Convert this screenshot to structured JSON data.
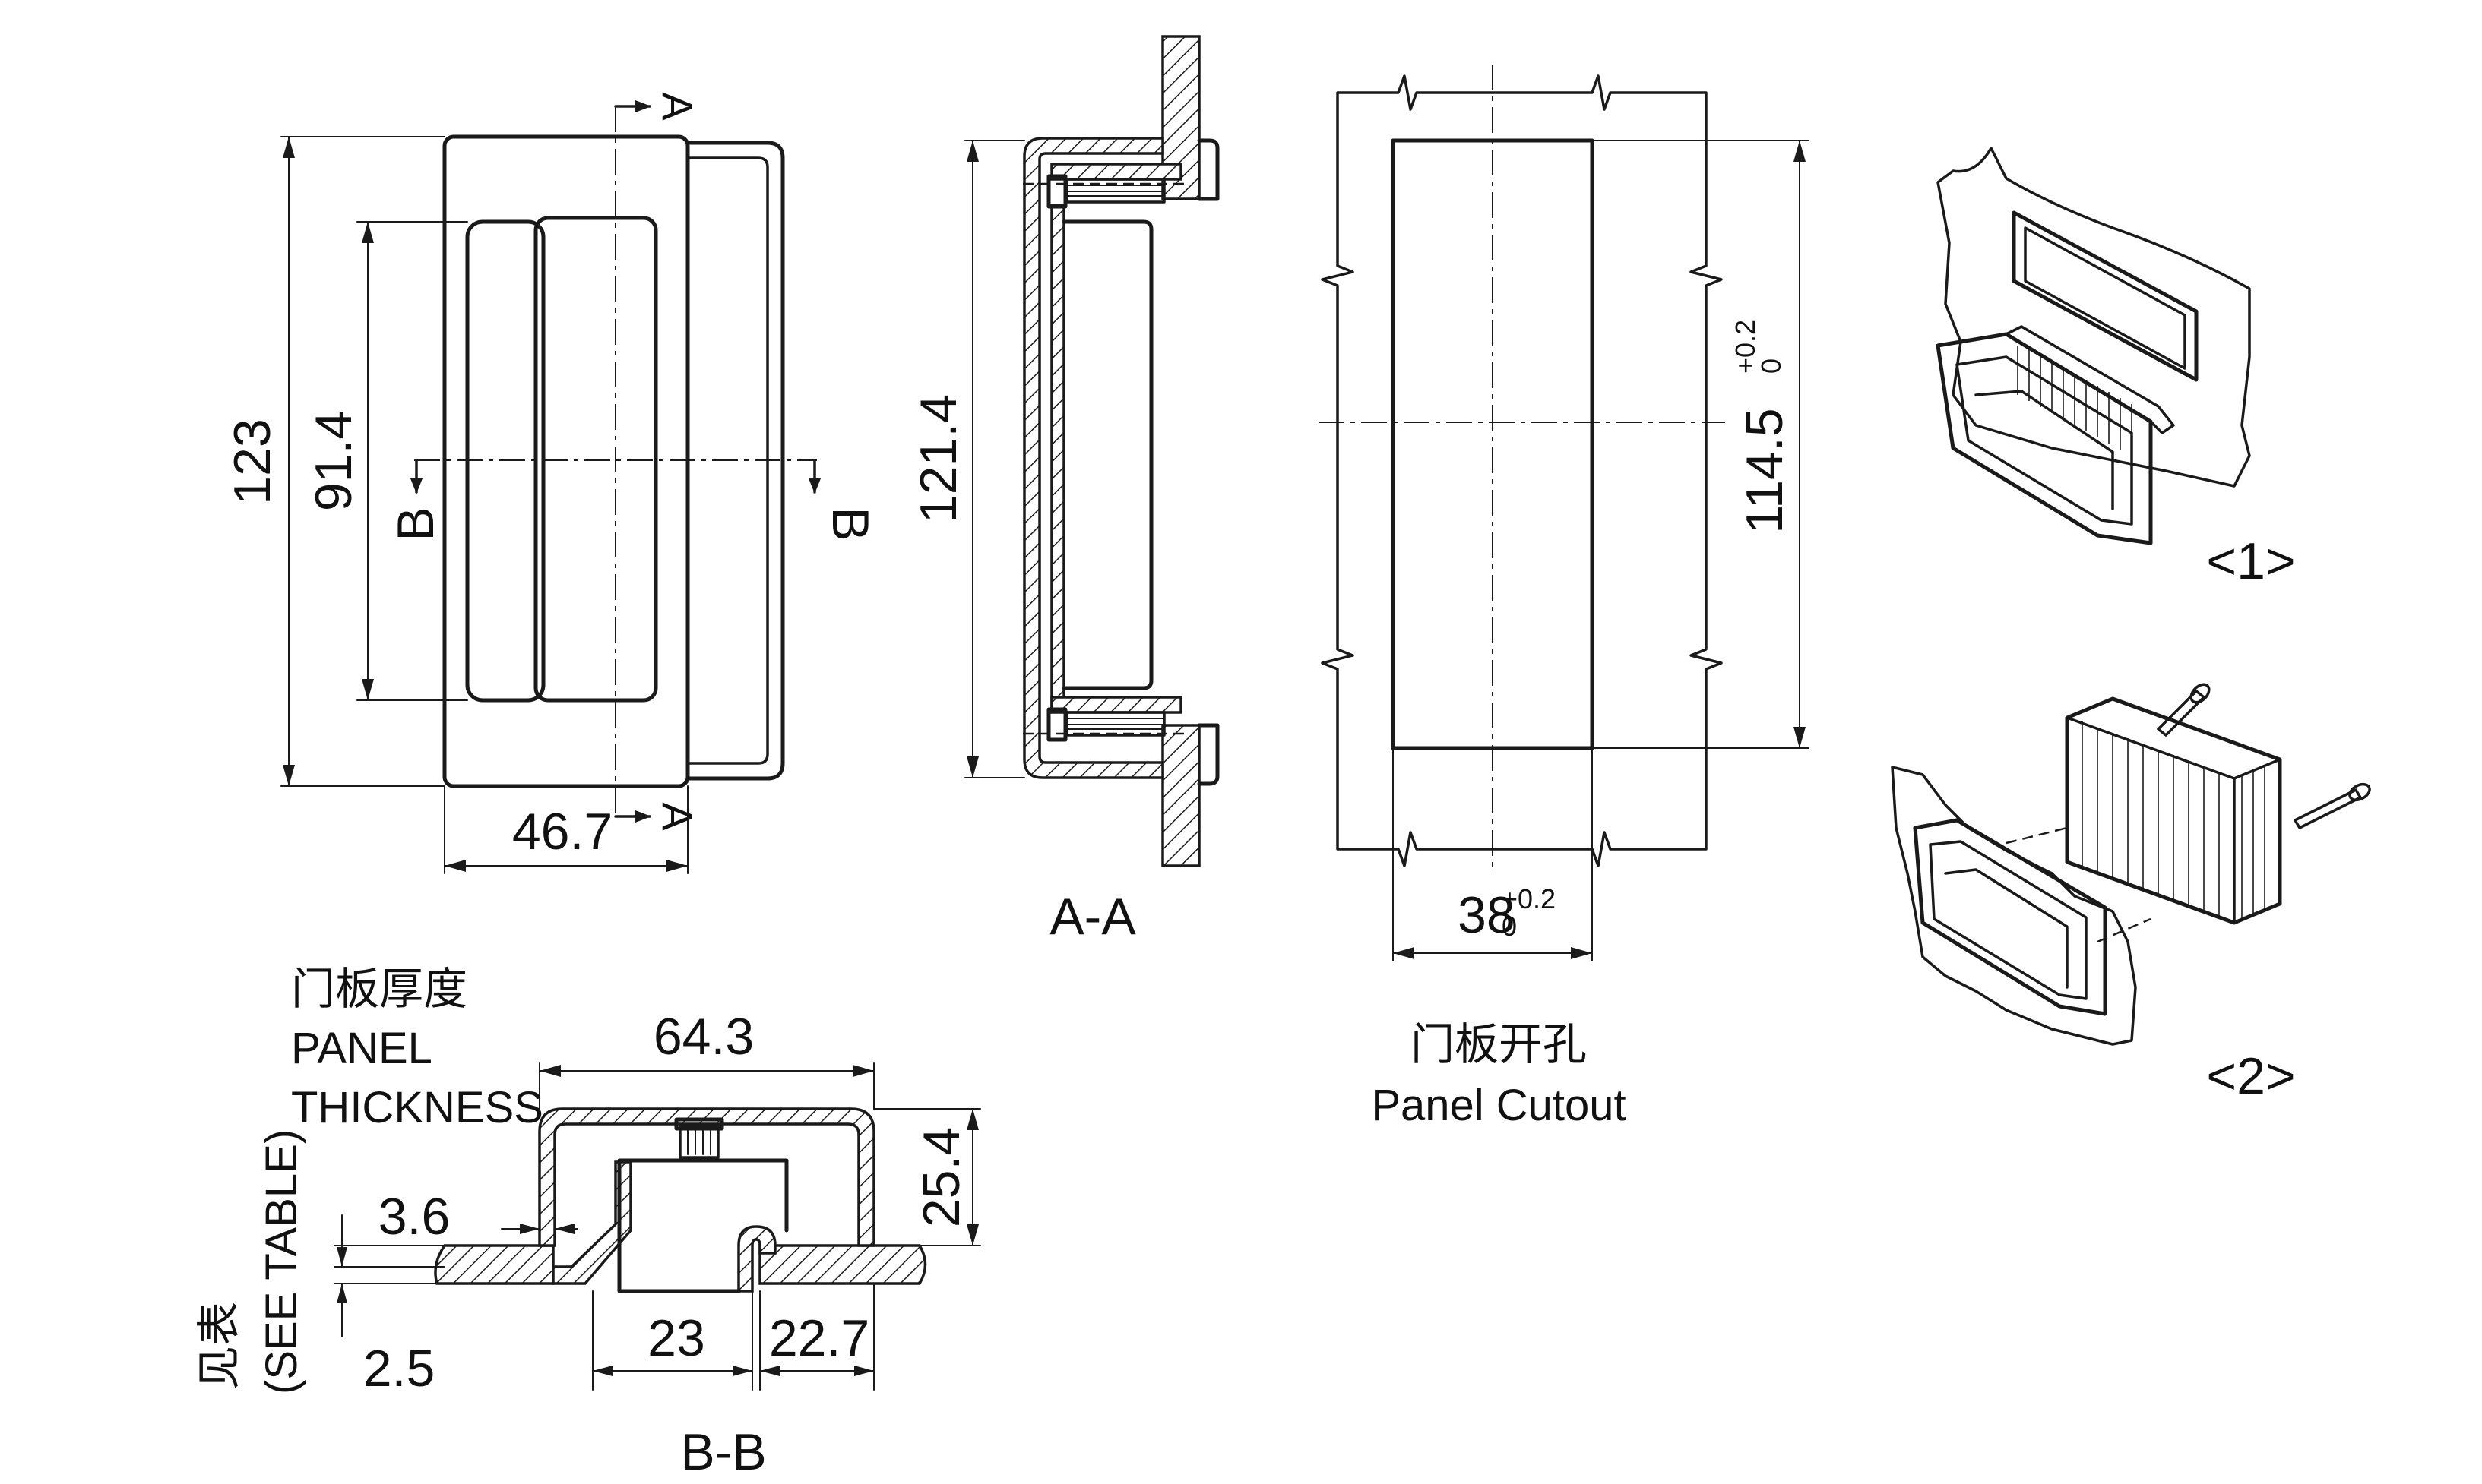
{
  "front_view": {
    "dims": {
      "height": "123",
      "inner_height": "91.4",
      "width": "46.7"
    },
    "section_marks": {
      "a": "A",
      "b": "B"
    }
  },
  "section_a": {
    "dims": {
      "height": "121.4"
    },
    "caption": "A-A"
  },
  "panel_cutout": {
    "dims": {
      "height": "114.5",
      "height_tol_upper": "+0.2",
      "height_tol_lower": "0",
      "width": "38",
      "width_tol_upper": "+0.2",
      "width_tol_lower": "0"
    },
    "caption_cn": "门板开孔",
    "caption_en": "Panel Cutout"
  },
  "section_b": {
    "caption": "B-B",
    "thickness_label_cn": "门板厚度",
    "thickness_label_en_1": "PANEL",
    "thickness_label_en_2": "THICKNESS",
    "see_table_cn": "见表",
    "see_table_en": "(SEE TABLE)",
    "dims": {
      "overall_width": "64.3",
      "depth": "25.4",
      "flange": "3.6",
      "min_thickness": "2.5",
      "pocket_width": "23",
      "side_width": "22.7"
    }
  },
  "isometric": {
    "view1_label": "<1>",
    "view2_label": "<2>"
  }
}
